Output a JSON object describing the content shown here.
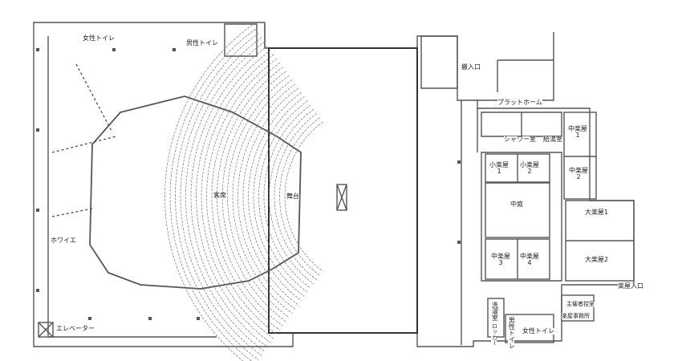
{
  "rooms": {
    "womens_toilet": "女性トイレ",
    "mens_toilet": "男性トイレ",
    "loading_entrance": "搬入口",
    "platform": "プラットホーム",
    "dressing_medium_1": "中楽屋\n1",
    "shower_room": "シャワー室",
    "kitchenette": "給湯室",
    "small_dressing_1": "小楽屋\n1",
    "small_dressing_2": "小楽屋\n2",
    "dressing_medium_2": "中楽屋\n2",
    "seats": "客席",
    "stage": "舞台",
    "courtyard": "中庭",
    "large_dressing_1": "大楽屋1",
    "large_dressing_2": "大楽屋2",
    "foyer": "ホワイエ",
    "dressing_medium_3": "中楽屋\n3",
    "dressing_medium_4": "中楽屋\n4",
    "dressing_entrance": "楽屋入口",
    "laundry": "洗濯室",
    "locker": "ロッカー",
    "stage_mgmt": "主催者控室",
    "dressing_office": "楽屋事務所",
    "elevator": "エレベーター",
    "mens_toilet_small": "男性トイレ",
    "womens_toilet_small": "女性トイレ"
  }
}
